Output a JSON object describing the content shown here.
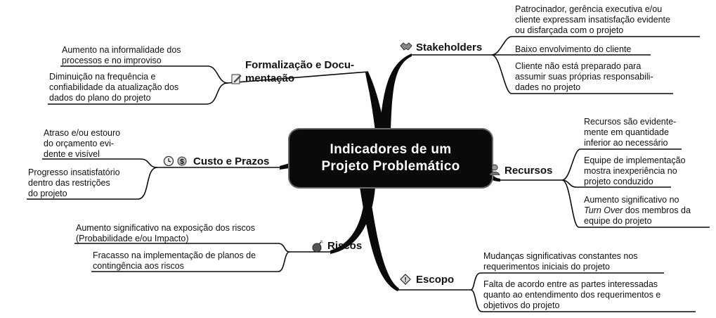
{
  "central": {
    "line1": "Indicadores de um",
    "line2": "Projeto Problemático"
  },
  "branches": {
    "stakeholders": {
      "label": "Stakeholders",
      "icon": "handshake-icon",
      "leaves": [
        [
          "Patrocinador, gerência executiva e/ou",
          "cliente expressam insatisfação evidente",
          "ou disfarçada com o projeto"
        ],
        [
          "Baixo envolvimento do cliente"
        ],
        [
          "Cliente não está preparado para",
          "assumir suas próprias responsabili-",
          "dades no projeto"
        ]
      ]
    },
    "recursos": {
      "label": "Recursos",
      "icon": "person-icon",
      "leaves": [
        [
          "Recursos são evidente-",
          "mente em quantidade",
          "inferior ao necessário"
        ],
        [
          "Equipe de implementação",
          "mostra inexperiência no",
          "projeto conduzido"
        ],
        [
          "Aumento significativo no",
          "Turn Over",
          "dos membros da",
          "equipe do projeto"
        ]
      ]
    },
    "escopo": {
      "label": "Escopo",
      "icon": "warning-icon",
      "leaves": [
        [
          "Mudanças significativas constantes nos",
          "requerimentos iniciais do projeto"
        ],
        [
          "Falta de acordo entre as partes interessadas",
          "quanto ao entendimento dos requerimentos e",
          "objetivos do projeto"
        ]
      ]
    },
    "formalizacao": {
      "label1": "Formalização e Docu-",
      "label2": "mentação",
      "icon": "document-edit-icon",
      "leaves": [
        [
          "Aumento na informalidade dos",
          "processos e no improviso"
        ],
        [
          "Diminuição na frequência e",
          "confiabilidade da atualização dos",
          "dados do plano do projeto"
        ]
      ]
    },
    "custo": {
      "label": "Custo e Prazos",
      "icons": [
        "clock-icon",
        "money-icon"
      ],
      "leaves": [
        [
          "Atraso e/ou estouro",
          "do orçamento evi-",
          "dente e visível"
        ],
        [
          "Progresso insatisfatório",
          "dentro das restrições",
          "do projeto"
        ]
      ]
    },
    "riscos": {
      "label": "Riscos",
      "icon": "bomb-icon",
      "leaves": [
        [
          "Aumento significativo na exposição dos riscos",
          "(Probabilidade e/ou Impacto)"
        ],
        [
          "Fracasso na implementação de planos de",
          "contingência aos riscos"
        ]
      ]
    }
  }
}
